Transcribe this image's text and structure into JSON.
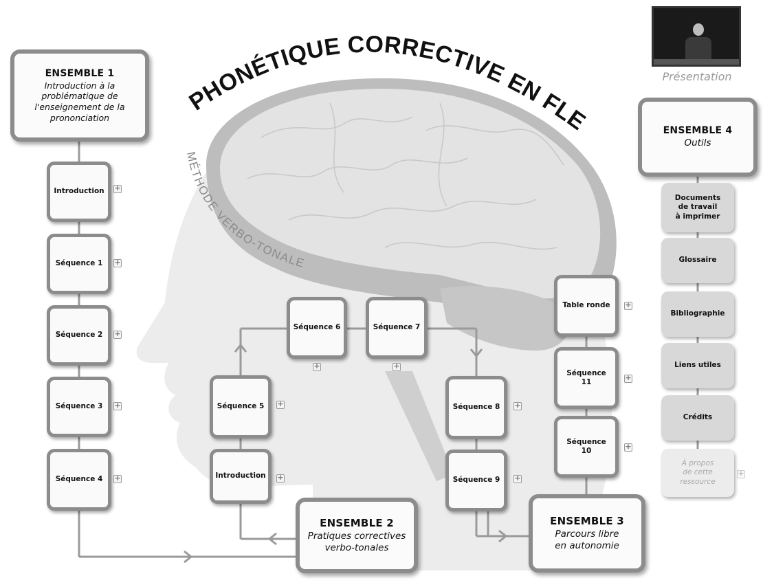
{
  "header": {
    "title": "PHONÉTIQUE CORRECTIVE EN FLE",
    "subtitle": "MÉTHODE VERBO-TONALE"
  },
  "presentation": {
    "label": "Présentation"
  },
  "ensemble1": {
    "title": "ENSEMBLE 1",
    "subtitle": [
      "Introduction à la",
      "problématique de",
      "l'enseignement de la",
      "prononciation"
    ],
    "items": [
      "Introduction",
      "Séquence 1",
      "Séquence 2",
      "Séquence 3",
      "Séquence 4"
    ]
  },
  "ensemble2": {
    "title": "ENSEMBLE 2",
    "subtitle": [
      "Pratiques correctives",
      "verbo-tonales"
    ],
    "items": {
      "introduction": "Introduction",
      "seq5": "Séquence 5",
      "seq6": "Séquence 6",
      "seq7": "Séquence 7",
      "seq8": "Séquence 8",
      "seq9": "Séquence 9"
    }
  },
  "ensemble3": {
    "title": "ENSEMBLE 3",
    "subtitle": [
      "Parcours libre",
      "en autonomie"
    ],
    "items": {
      "table_ronde": "Table ronde",
      "seq11": [
        "Séquence",
        "11"
      ],
      "seq10": [
        "Séquence",
        "10"
      ]
    }
  },
  "ensemble4": {
    "title": "ENSEMBLE 4",
    "subtitle": "Outils",
    "items": {
      "documents": [
        "Documents",
        "de travail",
        "à imprimer"
      ],
      "glossaire": "Glossaire",
      "bibliographie": "Bibliographie",
      "liens": "Liens utiles",
      "credits": "Crédits",
      "apropos": [
        "À propos",
        "de cette",
        "ressource"
      ]
    }
  },
  "plus_glyph": "+"
}
